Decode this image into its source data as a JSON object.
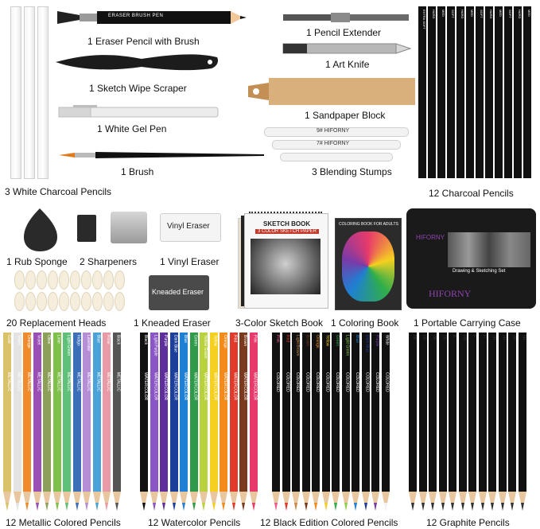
{
  "labels": {
    "white_charcoal": "3 White Charcoal Pencils",
    "eraser_brush": "1 Eraser Pencil with Brush",
    "wipe_scraper": "1 Sketch Wipe Scraper",
    "gel_pen": "1 White Gel Pen",
    "brush": "1 Brush",
    "pencil_extender": "1 Pencil Extender",
    "art_knife": "1 Art Knife",
    "sandpaper": "1 Sandpaper Block",
    "blending_stumps": "3 Blending Stumps",
    "charcoal_pencils": "12 Charcoal Pencils",
    "rub_sponge": "1 Rub Sponge",
    "sharpeners": "2 Sharpeners",
    "vinyl_eraser": "1 Vinyl Eraser",
    "replacement_heads": "20 Replacement Heads",
    "kneaded_eraser": "1 Kneaded Eraser",
    "sketch_book": "3-Color Sketch Book",
    "coloring_book": "1 Coloring Book",
    "carrying_case": "1 Portable Carrying Case",
    "metallic": "12 Metallic Colored Pencils",
    "watercolor": "12 Watercolor Pencils",
    "black_edition": "12 Black Edition Colored Pencils",
    "graphite": "12 Graphite Pencils"
  },
  "product_text": {
    "eraser_pen_text": "ERASER BRUSH PEN",
    "brand": "HIFORNY",
    "stump_9": "9# HIFORNY",
    "stump_7": "7# HIFORNY",
    "vinyl_eraser_text": "Vinyl Eraser",
    "kneaded_eraser_text": "Kneaded Eraser",
    "sketch_book_title": "SKETCH BOOK",
    "sketch_book_sub": "3 COLOR SKETCH PAPER",
    "coloring_book_title": "COLORING BOOK FOR ADULTS",
    "case_brand": "HIFORNY",
    "case_title": "Drawing & Sketching Set",
    "metallic_word": "METALLIC",
    "watercolor_word": "WATERCOLOR",
    "colored_word": "COLORED"
  },
  "charcoal_grades": [
    "EXTRA SOFT",
    "HARD",
    "MED",
    "SOFT",
    "HARD",
    "MED",
    "SOFT",
    "HARD",
    "MED",
    "SOFT",
    "HARD",
    "MED"
  ],
  "metallic_pencils": [
    {
      "name": "Gold",
      "color": "#d9c26a"
    },
    {
      "name": "Silver",
      "color": "#e3e3e3"
    },
    {
      "name": "Orange",
      "color": "#f08a2a"
    },
    {
      "name": "Violet",
      "color": "#9a4fb5"
    },
    {
      "name": "Olive",
      "color": "#8da05a"
    },
    {
      "name": "Lime",
      "color": "#7ec04a"
    },
    {
      "name": "Light Green",
      "color": "#5fc07a"
    },
    {
      "name": "Indigo",
      "color": "#3d6fb8"
    },
    {
      "name": "Lavender",
      "color": "#b58ed6"
    },
    {
      "name": "Blue",
      "color": "#4aa3d8"
    },
    {
      "name": "Rose",
      "color": "#e89aa6"
    },
    {
      "name": "Black",
      "color": "#555555"
    }
  ],
  "watercolor_pencils": [
    {
      "name": "Black",
      "color": "#111111"
    },
    {
      "name": "Light Purple",
      "color": "#8a55c4"
    },
    {
      "name": "Purple",
      "color": "#5e2f9c"
    },
    {
      "name": "Dark Blue",
      "color": "#1c3f9a"
    },
    {
      "name": "Blue",
      "color": "#1f7fd2"
    },
    {
      "name": "Green",
      "color": "#2e9a4a"
    },
    {
      "name": "Yellow Green",
      "color": "#b7d23a"
    },
    {
      "name": "Yellow",
      "color": "#f5d020"
    },
    {
      "name": "Orange",
      "color": "#f28a1c"
    },
    {
      "name": "Red",
      "color": "#e23a2a"
    },
    {
      "name": "Brown",
      "color": "#7a3a1e"
    },
    {
      "name": "Pink",
      "color": "#e83a6a"
    }
  ],
  "black_edition_pencils": [
    {
      "name": "Pink",
      "color": "#f05a8a"
    },
    {
      "name": "Red",
      "color": "#e23a2a"
    },
    {
      "name": "Light Brown",
      "color": "#c98a4a"
    },
    {
      "name": "Brown",
      "color": "#7a3a1e"
    },
    {
      "name": "Orange",
      "color": "#f28a1c"
    },
    {
      "name": "Yellow",
      "color": "#f5d020"
    },
    {
      "name": "Green",
      "color": "#2fae4a"
    },
    {
      "name": "Light Green",
      "color": "#8fd24a"
    },
    {
      "name": "Blue",
      "color": "#1f7fd2"
    },
    {
      "name": "Dark Blue",
      "color": "#1c3f9a"
    },
    {
      "name": "Purple",
      "color": "#7a3aa8"
    },
    {
      "name": "White",
      "color": "#f4f4f4"
    }
  ],
  "graphite_grades": [
    "8B",
    "6B",
    "4B",
    "2B",
    "B",
    "HB",
    "F",
    "H",
    "2H",
    "3H",
    "4H",
    "5H"
  ]
}
